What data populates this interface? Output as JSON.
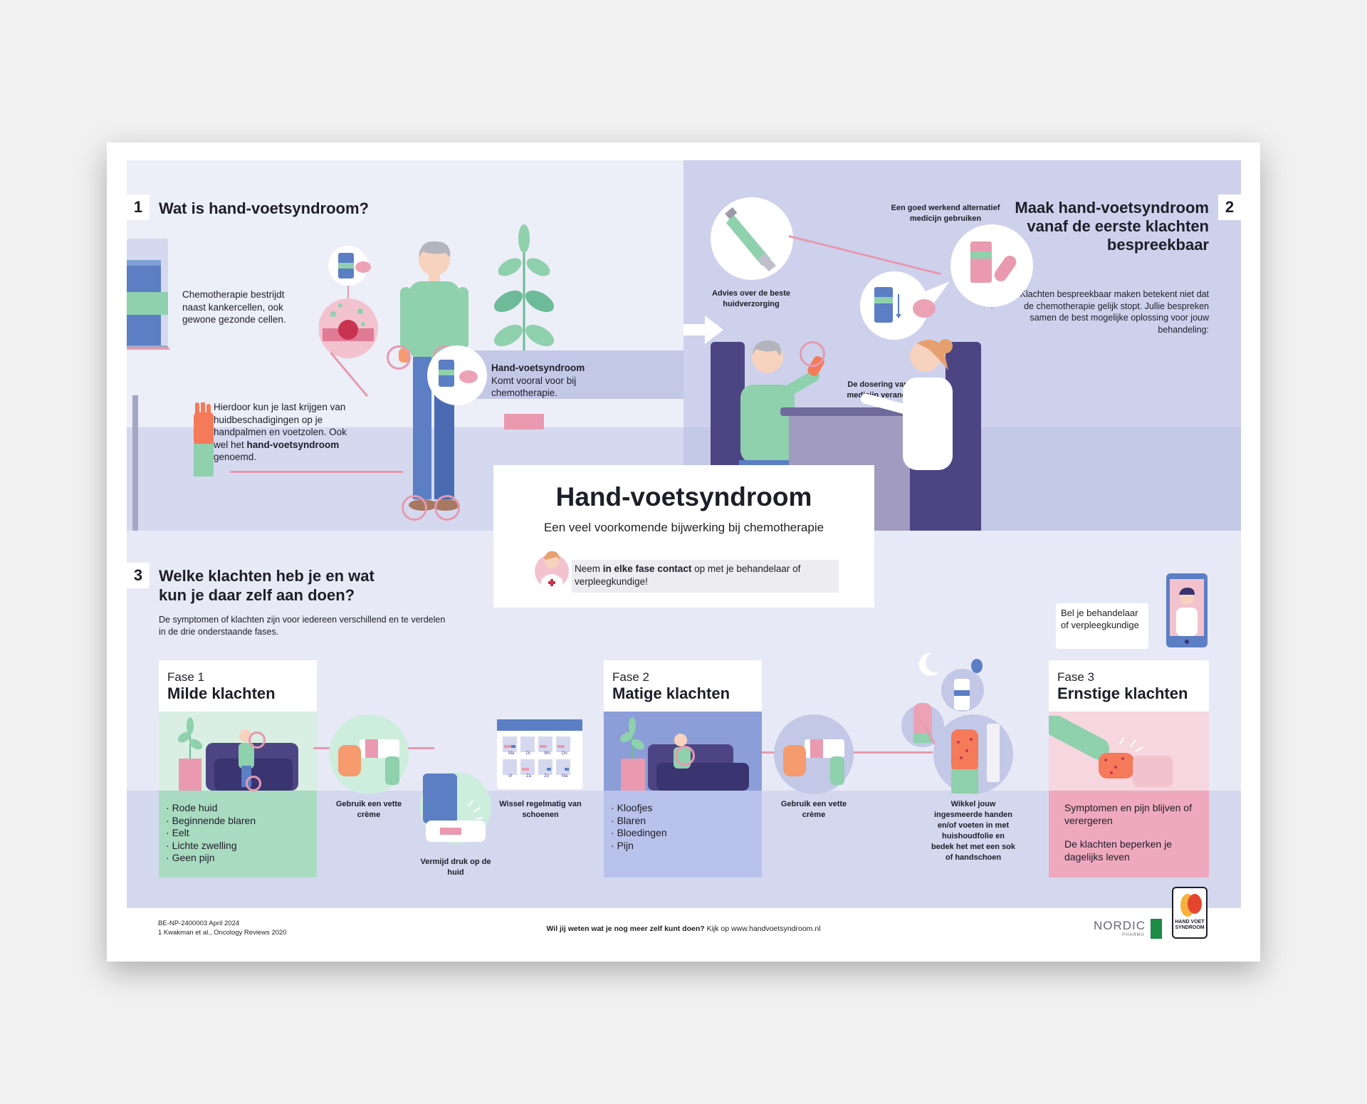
{
  "main": {
    "title": "Hand-voetsyndroom",
    "subtitle": "Een veel voorkomende bijwerking bij chemotherapie",
    "contact_pre": "Neem ",
    "contact_bold": "in elke fase contact",
    "contact_post": " op met je behandelaar of verpleegkundige!"
  },
  "section1": {
    "number": "1",
    "heading": "Wat is hand-voetsyndroom?",
    "chemo_text": "Chemotherapie bestrijdt naast kankercellen, ook gewone gezonde cellen.",
    "hvs_bold": "Hand-voetsyndroom",
    "hvs_text": "Komt vooral voor bij chemotherapie.",
    "damage_text": "Hierdoor kun je last krijgen van huidbeschadigingen op je handpalmen en voetzolen. Ook wel het ",
    "damage_bold": "hand-voetsyndroom",
    "damage_post": " genoemd."
  },
  "section2": {
    "number": "2",
    "heading": "Maak hand-voetsyndroom vanaf de eerste klachten bespreekbaar",
    "body": "Klachten bespreekbaar maken betekent niet dat de chemotherapie gelijk stopt. Jullie bespreken samen de best mogelijke oplossing voor jouw behandeling:",
    "label_advice": "Advies over de beste huidverzorging",
    "label_alternative": "Een goed werkend alternatief medicijn gebruiken",
    "label_dosage": "De dosering van het medicijn veranderen"
  },
  "section3": {
    "number": "3",
    "heading": "Welke klachten heb je en wat kun je daar zelf aan doen?",
    "body": "De symptomen of klachten zijn voor iedereen verschillend en te verdelen in de drie onderstaande fases.",
    "call_label": "Bel je behandelaar of verpleegkundige",
    "phase1": {
      "label": "Fase 1",
      "title": "Milde klachten",
      "symptoms": [
        "Rode huid",
        "Beginnende blaren",
        "Eelt",
        "Lichte zwelling",
        "Geen pijn"
      ]
    },
    "phase2": {
      "label": "Fase 2",
      "title": "Matige klachten",
      "symptoms": [
        "Kloofjes",
        "Blaren",
        "Bloedingen",
        "Pijn"
      ]
    },
    "phase3": {
      "label": "Fase 3",
      "title": "Ernstige klachten",
      "symptom_a": "Symptomen en pijn blijven of verergeren",
      "symptom_b": "De klachten beperken je dagelijks leven"
    },
    "tips": {
      "cream1": "Gebruik een vette crème",
      "pressure": "Vermijd druk op de huid",
      "shoes": "Wissel regelmatig van schoenen",
      "cream2": "Gebruik een vette crème",
      "wrap": "Wikkel jouw ingesmeerde handen en/of voeten in met huishoudfolie en bedek het met een sok of handschoen"
    },
    "calendar_days": [
      "Ma",
      "Di",
      "Wo",
      "Do",
      "Vr",
      "Za",
      "Zo",
      "Ma"
    ]
  },
  "footer": {
    "code": "BE-NP-2400003 April 2024",
    "reference": "1 Kwakman et al., Oncology Reviews 2020",
    "question_bold": "Wil jij weten wat je nog meer zelf kunt doen?",
    "question_rest": " Kijk op www.handvoetsyndroom.nl",
    "brand": "NORDIC",
    "brand_sub": "PHARMA",
    "logo_line1": "HAND VOET",
    "logo_line2": "SYNDROOM"
  },
  "colors": {
    "pink": "#e59ab0",
    "green": "#8fd0ad",
    "blue": "#5b7ec4",
    "purple": "#4d4583",
    "lavender": "#cdd1ec"
  }
}
